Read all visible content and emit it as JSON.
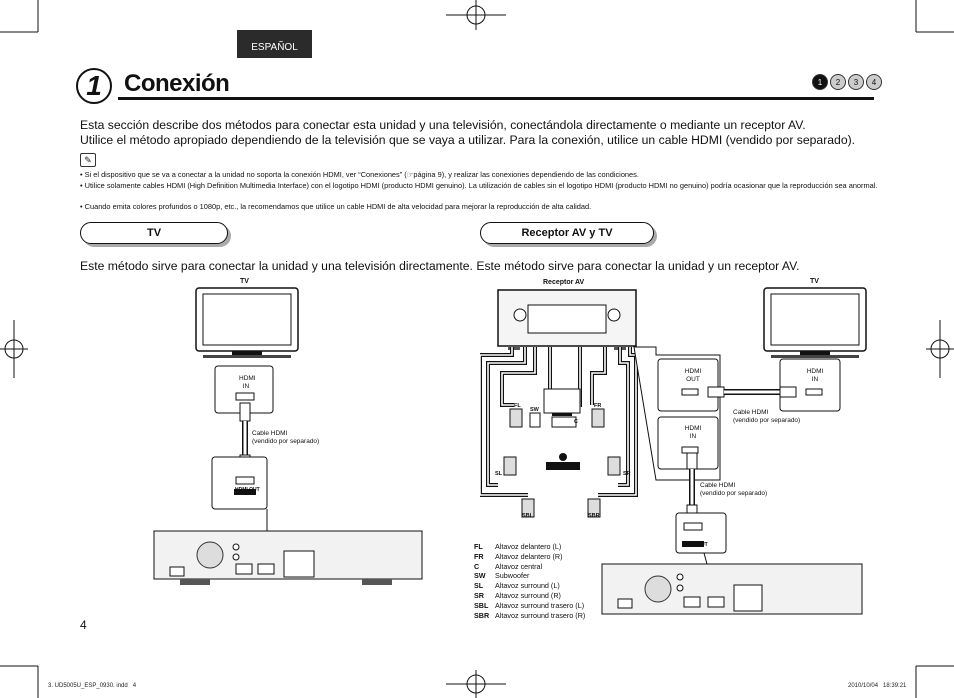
{
  "language_tab": "ESPAÑOL",
  "chapter": {
    "number": "1",
    "title": "Conexión",
    "pager": [
      "1",
      "2",
      "3",
      "4"
    ]
  },
  "intro": [
    "Esta sección describe dos métodos para conectar esta unidad y una televisión, conectándola directamente o mediante un receptor AV.",
    "Utilice el método apropiado dependiendo de la televisión que se vaya a utilizar. Para la conexión, utilice un cable HDMI (vendido por separado)."
  ],
  "notes": [
    "• Si el dispositivo que se va a conectar a la unidad no soporta la conexión HDMI, ver “Conexiones” (☞página 9), y realizar las conexiones dependiendo de las condiciones.",
    "• Utilice solamente cables HDMI (High Definition Multimedia Interface) con el logotipo HDMI (producto HDMI genuino). La utilización de cables sin el logotipo HDMI (producto HDMI no genuino) podría ocasionar que la reproducción sea anormal.",
    "• Cuando emita colores profundos o 1080p, etc., la recomendamos que utilice un cable HDMI de alta velocidad para mejorar la reproducción de alta calidad."
  ],
  "sections": {
    "tv": {
      "heading": "TV",
      "description": "Este método sirve para conectar la unidad y una televisión directamente."
    },
    "receiver": {
      "heading": "Receptor AV y TV",
      "description": "Este método sirve para conectar la unidad y un receptor AV."
    }
  },
  "diagram_left": {
    "tv_label": "TV",
    "port_label_line1": "HDMI",
    "port_label_line2": "IN",
    "cable_line1": "Cable HDMI",
    "cable_line2": "(vendido por separado)",
    "player_port": "HDMI OUT"
  },
  "diagram_right": {
    "receiver_label": "Receptor AV",
    "tv_label": "TV",
    "hdmi_out_line1": "HDMI",
    "hdmi_out_line2": "OUT",
    "hdmi_in_line1": "HDMI",
    "hdmi_in_line2": "IN",
    "tv_in_line1": "HDMI",
    "tv_in_line2": "IN",
    "cable1_line1": "Cable HDMI",
    "cable1_line2": "(vendido por separado)",
    "cable2_line1": "Cable HDMI",
    "cable2_line2": "(vendido por separado)",
    "speakers": [
      "FL",
      "SW",
      "FR",
      "C",
      "SL",
      "SR",
      "SBL",
      "SBR"
    ],
    "player_port": "HDMI OUT"
  },
  "legend": [
    {
      "abbr": "FL",
      "text": "Altavoz delantero (L)"
    },
    {
      "abbr": "FR",
      "text": "Altavoz delantero (R)"
    },
    {
      "abbr": "C",
      "text": "Altavoz central"
    },
    {
      "abbr": "SW",
      "text": "Subwoofer"
    },
    {
      "abbr": "SL",
      "text": "Altavoz surround (L)"
    },
    {
      "abbr": "SR",
      "text": "Altavoz surround (R)"
    },
    {
      "abbr": "SBL",
      "text": "Altavoz surround trasero (L)"
    },
    {
      "abbr": "SBR",
      "text": "Altavoz surround trasero (R)"
    }
  ],
  "page_number": "4",
  "footer": {
    "file": "3. UD5005U_ESP_0930. indd   4",
    "timestamp": "2010/10/04   18:39:21"
  }
}
